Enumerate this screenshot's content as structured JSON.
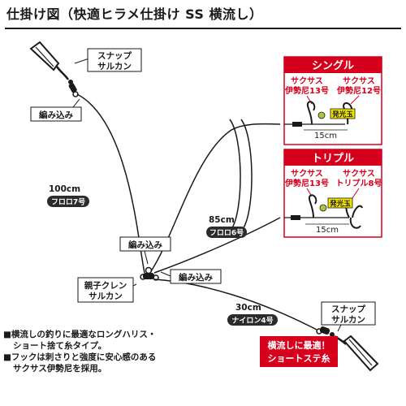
{
  "title": "仕掛け図（快適ヒラメ仕掛け SS 横流し）",
  "labels": {
    "snap_top": [
      "スナップ",
      "サルカン"
    ],
    "knit_top": "編み込み",
    "left_length": "100cm",
    "left_line": "フロロ7号",
    "mid_length": "85cm",
    "mid_line": "フロロ6号",
    "knit_mid1": "編み込み",
    "knit_mid2": "編み込み",
    "swivel": [
      "親子クレン",
      "サルカン"
    ],
    "bottom_length": "30cm",
    "bottom_line": "ナイロン4号",
    "snap_bottom": [
      "スナップ",
      "サルカン"
    ],
    "callout": [
      "横流しに最適！",
      "ショートステ糸"
    ]
  },
  "single": {
    "title": "シングル",
    "hook1": [
      "サクサス",
      "伊勢尼13号"
    ],
    "hook2": [
      "サクサス",
      "伊勢尼12号"
    ],
    "bead": "発光玉",
    "length": "15cm"
  },
  "triple": {
    "title": "トリプル",
    "hook1": [
      "サクサス",
      "伊勢尼13号"
    ],
    "hook2": [
      "サクサス",
      "トリプル8号"
    ],
    "bead": "発光玉",
    "length": "15cm"
  },
  "notes": [
    "■横流しの釣りに最適なロングハリス・",
    "ショート捨て糸タイプ。",
    "■フックは刺さりと強度に安心感のある",
    "サクサス伊勢尼を採用。"
  ],
  "colors": {
    "accent_red": "#d6001c",
    "bead_yellow": "#f2e400",
    "bead_green": "#a8c93a",
    "line_black": "#1a1a1a",
    "tag_fill": "#2b2b2b"
  }
}
